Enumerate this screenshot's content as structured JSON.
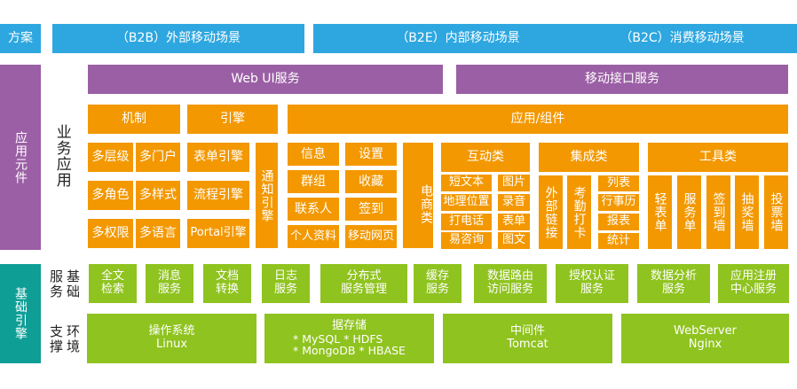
{
  "colors": {
    "scheme": "#2ea7e0",
    "app_layer": "#9b5fa5",
    "components": "#f39800",
    "foundation": "#8fc31f",
    "engine": "#0e9e96"
  },
  "scheme_row": {
    "label": "方案",
    "items": [
      "（B2B）外部移动场景",
      "（B2E）内部移动场景",
      "（B2C）消费移动场景"
    ]
  },
  "app_layer": {
    "label": "应用元件",
    "business_label": "业务应用",
    "services": [
      "Web UI服务",
      "移动接口服务"
    ],
    "mechanism": {
      "title": "机制",
      "items": [
        "多层级",
        "多门户",
        "多角色",
        "多样式",
        "多权限",
        "多语言"
      ]
    },
    "engine": {
      "title": "引擎",
      "items": [
        "表单引擎",
        "流程引擎",
        "Portal引擎"
      ],
      "notify": "通知引擎"
    },
    "components": {
      "title": "应用/组件",
      "basic": [
        "信息",
        "设置",
        "群组",
        "收藏",
        "联系人",
        "签到",
        "个人资料",
        "移动网页"
      ],
      "ecommerce": "电商类",
      "interactive": {
        "title": "互动类",
        "items": [
          "短文本",
          "图片",
          "地理位置",
          "录音",
          "打电话",
          "表单",
          "易咨询",
          "图文"
        ]
      },
      "integration": {
        "title": "集成类",
        "vertical": [
          "外部链接",
          "考勤打卡"
        ],
        "items": [
          "列表",
          "行事历",
          "报表",
          "统计"
        ]
      },
      "tools": {
        "title": "工具类",
        "items": [
          "轻表单",
          "服务单",
          "签到墙",
          "抽奖墙",
          "投票墙"
        ]
      }
    }
  },
  "foundation": {
    "label": "基础引擎",
    "base_services_label": "基础服务",
    "base_services_label_col1": "服务",
    "base_services_label_col2": "基础",
    "env_label_col1": "支撑",
    "env_label_col2": "环境",
    "services": [
      "全文\n检索",
      "消息\n服务",
      "文档\n转换",
      "日志\n服务",
      "分布式\n服务管理",
      "缓存\n服务",
      "数据路由\n访问服务",
      "授权认证\n服务",
      "数据分析\n服务",
      "应用注册\n中心服务"
    ],
    "environment": [
      {
        "title": "操作系统",
        "detail": "Linux"
      },
      {
        "title": "据存储",
        "detail": "* MySQL      *  HDFS\n* MongoDB   *  HBASE"
      },
      {
        "title": "中间件",
        "detail": "Tomcat"
      },
      {
        "title": "WebServer",
        "detail": "Nginx"
      }
    ]
  }
}
